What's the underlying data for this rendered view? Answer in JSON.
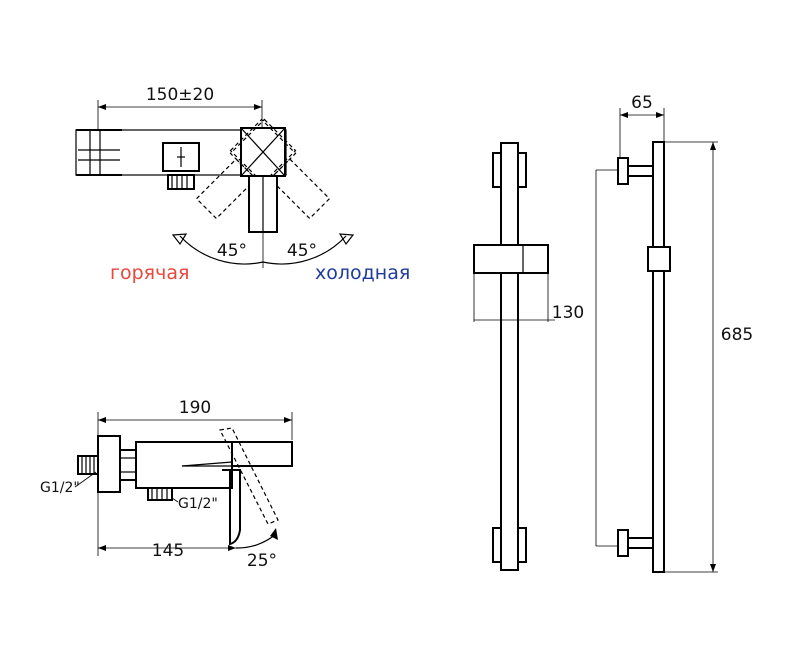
{
  "labels": {
    "top_width": "150±20",
    "angle_left": "45°",
    "angle_right": "45°",
    "hot": "горячая",
    "cold": "холодная",
    "side_width": "190",
    "inlet_left": "G1/2\"",
    "inlet_bottom": "G1/2\"",
    "side_depth": "145",
    "lever_angle": "25°",
    "bar_depth": "65",
    "holder_height": "130",
    "bar_length": "685"
  },
  "colors": {
    "hot": "#e8473b",
    "cold": "#1f3b9c",
    "line": "#000000"
  }
}
